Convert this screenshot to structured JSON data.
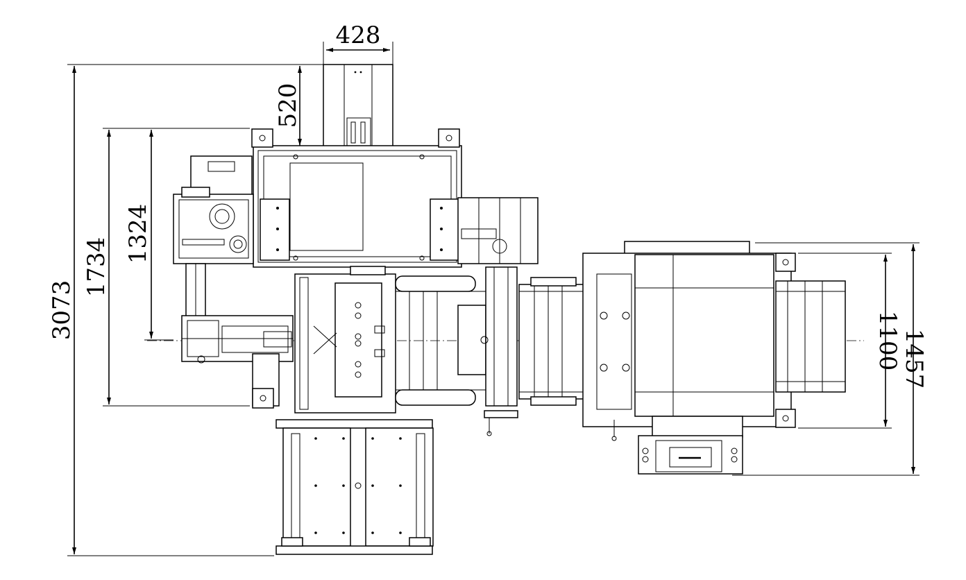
{
  "dimensions": {
    "overall_height": "3073",
    "side_height_outer": "1734",
    "side_height_inner": "1324",
    "top_offset": "520",
    "top_width": "428",
    "right_height_inner": "1100",
    "right_height_outer": "1457"
  },
  "colors": {
    "line": "#000000",
    "background": "#ffffff"
  }
}
